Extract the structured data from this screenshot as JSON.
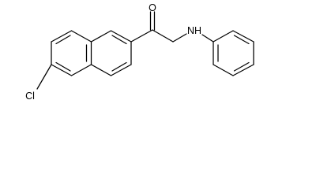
{
  "molecule": {
    "atoms": {
      "oxygen": "O",
      "amine_nh": "NH",
      "chlorine": "Cl"
    }
  }
}
